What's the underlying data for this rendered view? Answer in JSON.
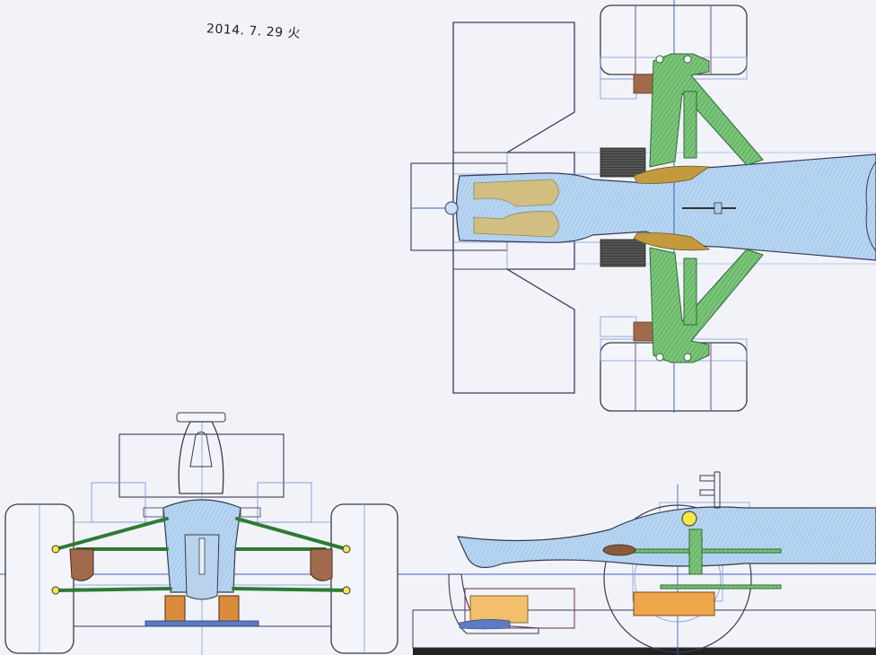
{
  "sheet": {
    "date_note": "2014. 7. 29 火",
    "views": [
      {
        "id": "top",
        "label": ""
      },
      {
        "id": "front",
        "label": ""
      },
      {
        "id": "side",
        "label": ""
      }
    ]
  },
  "colors": {
    "paper": "#f1f3f9",
    "ink": "#3a3a4a",
    "construction": "#7f9ad6",
    "axis": "#3b63c4",
    "body_blue": "#a9cdef",
    "suspension_green": "#6cb86c",
    "suspension_dark": "#2e7a34",
    "brake_brown": "#a26a4c",
    "ochre": "#d4b46a",
    "orange": "#f0a64a",
    "yellow": "#f5e64a",
    "tire_line": "#3a3a4a",
    "ground": "#222222"
  },
  "icons": [
    "pencil-hatching",
    "wheel-circle"
  ]
}
